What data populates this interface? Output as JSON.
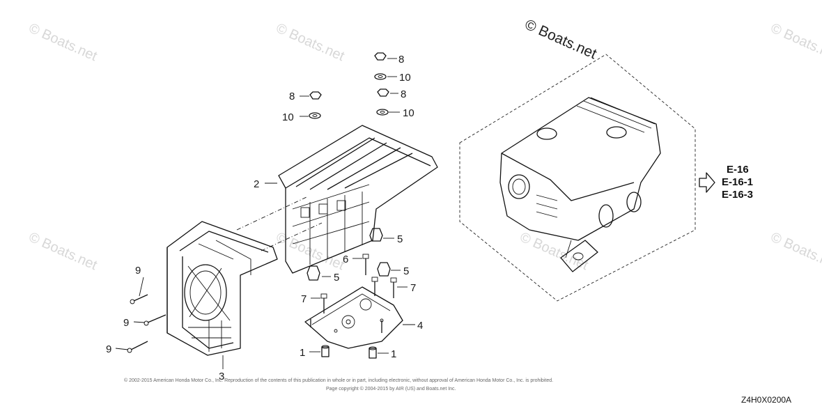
{
  "watermarks": [
    "© Boats.net",
    "© Boats.net",
    "© Boats.net",
    "© Boats.net",
    "© Boats.net",
    "© Boats.net",
    "© Boats.net"
  ],
  "main_watermark": "© Boats.net",
  "callouts": [
    {
      "id": "c8a",
      "label": "8"
    },
    {
      "id": "c10a",
      "label": "10"
    },
    {
      "id": "c8b",
      "label": "8"
    },
    {
      "id": "c10b",
      "label": "10"
    },
    {
      "id": "c8c",
      "label": "8"
    },
    {
      "id": "c10c",
      "label": "10"
    },
    {
      "id": "c2",
      "label": "2"
    },
    {
      "id": "c5a",
      "label": "5"
    },
    {
      "id": "c6",
      "label": "6"
    },
    {
      "id": "c5b",
      "label": "5"
    },
    {
      "id": "c5c",
      "label": "5"
    },
    {
      "id": "c7a",
      "label": "7"
    },
    {
      "id": "c7b",
      "label": "7"
    },
    {
      "id": "c4",
      "label": "4"
    },
    {
      "id": "c9a",
      "label": "9"
    },
    {
      "id": "c9b",
      "label": "9"
    },
    {
      "id": "c9c",
      "label": "9"
    },
    {
      "id": "c1a",
      "label": "1"
    },
    {
      "id": "c1b",
      "label": "1"
    },
    {
      "id": "c3",
      "label": "3"
    }
  ],
  "references": [
    "E-16",
    "E-16-1",
    "E-16-3"
  ],
  "copyright_lines": [
    "© 2002-2015 American Honda Motor Co., Inc. Reproduction of the contents of this publication in whole or in part, including electronic, without approval of American Honda Motor Co., Inc. is prohibited.",
    "Page copyright © 2004-2015 by AIR (US) and Boats.net Inc."
  ],
  "diagram_code": "Z4H0X0200A"
}
